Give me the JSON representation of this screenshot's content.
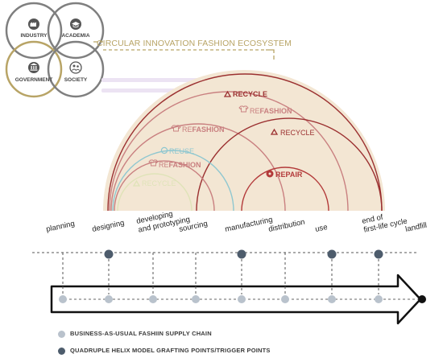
{
  "helix": {
    "circles": [
      {
        "label": "INDUSTRY",
        "icon": "factory-icon"
      },
      {
        "label": "ACADEMIA",
        "icon": "graduation-cap-icon"
      },
      {
        "label": "GOVERNMENT",
        "icon": "government-building-icon"
      },
      {
        "label": "SOCIETY",
        "icon": "people-icon"
      }
    ],
    "circle_color": "#7f7f7f",
    "accent_color": "#b8a466"
  },
  "ecosystem_title": "CIRCULAR INNOVATION FASHION ECOSYSTEM",
  "arcs": {
    "labels": [
      {
        "prefix": "RE",
        "word": "CYCLE",
        "icon": "recycle-icon",
        "color": "#9b3030"
      },
      {
        "prefix": "RE",
        "word": "FASHION",
        "icon": "tshirt-icon",
        "color": "#c98080"
      },
      {
        "prefix": "RE",
        "word": "FASHION",
        "icon": "tshirt-icon",
        "color": "#c98080"
      },
      {
        "prefix": "RE",
        "word": "CYCLE",
        "icon": "recycle-icon",
        "color": "#9b3030"
      },
      {
        "prefix": "RE",
        "word": "USE",
        "icon": "reuse-icon",
        "color": "#8fc7d0"
      },
      {
        "prefix": "RE",
        "word": "FASHION",
        "icon": "tshirt-icon",
        "color": "#c98080"
      },
      {
        "prefix": "RE",
        "word": "PAIR",
        "icon": "gear-icon",
        "color": "#b33a3a"
      },
      {
        "prefix": "RE",
        "word": "CYCLE",
        "icon": "recycle-icon",
        "color": "#dfe3b8"
      }
    ],
    "background_color": "#f3e6d3"
  },
  "stages": [
    {
      "label": "planning"
    },
    {
      "label": "designing"
    },
    {
      "label": "developing\nand prototyping"
    },
    {
      "label": "sourcing"
    },
    {
      "label": "manufacturing"
    },
    {
      "label": "distribution"
    },
    {
      "label": "use"
    },
    {
      "label": "end of\nfirst-life cycle"
    },
    {
      "label": "landfill"
    }
  ],
  "trigger_stages": [
    "designing",
    "manufacturing",
    "use",
    "end of\nfirst-life cycle"
  ],
  "legend": {
    "items": [
      {
        "label": "BUSINESS-AS-USUAL FASHIIN SUPPLY CHAIN",
        "color": "#b9c2cc"
      },
      {
        "label": "QUADRUPLE HELIX MODEL GRAFTING POINTS/TRIGGER POINTS",
        "color": "#4d5c6c"
      }
    ]
  }
}
